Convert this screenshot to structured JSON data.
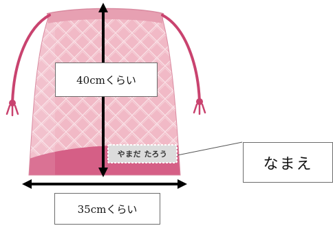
{
  "diagram": {
    "height_label": "40cmくらい",
    "width_label": "35cmくらい",
    "name_label": "なまえ",
    "name_tag_text": "やまだ たろう"
  },
  "colors": {
    "bag_light": "#f1b9c6",
    "bag_mid": "#e7a0b2",
    "bag_dark": "#d55f86",
    "cord": "#c9436f",
    "arrow": "#000000",
    "tag": "#dcdcdc"
  },
  "icons": [
    "drawstring-bag-illustration",
    "name-tag-icon"
  ]
}
